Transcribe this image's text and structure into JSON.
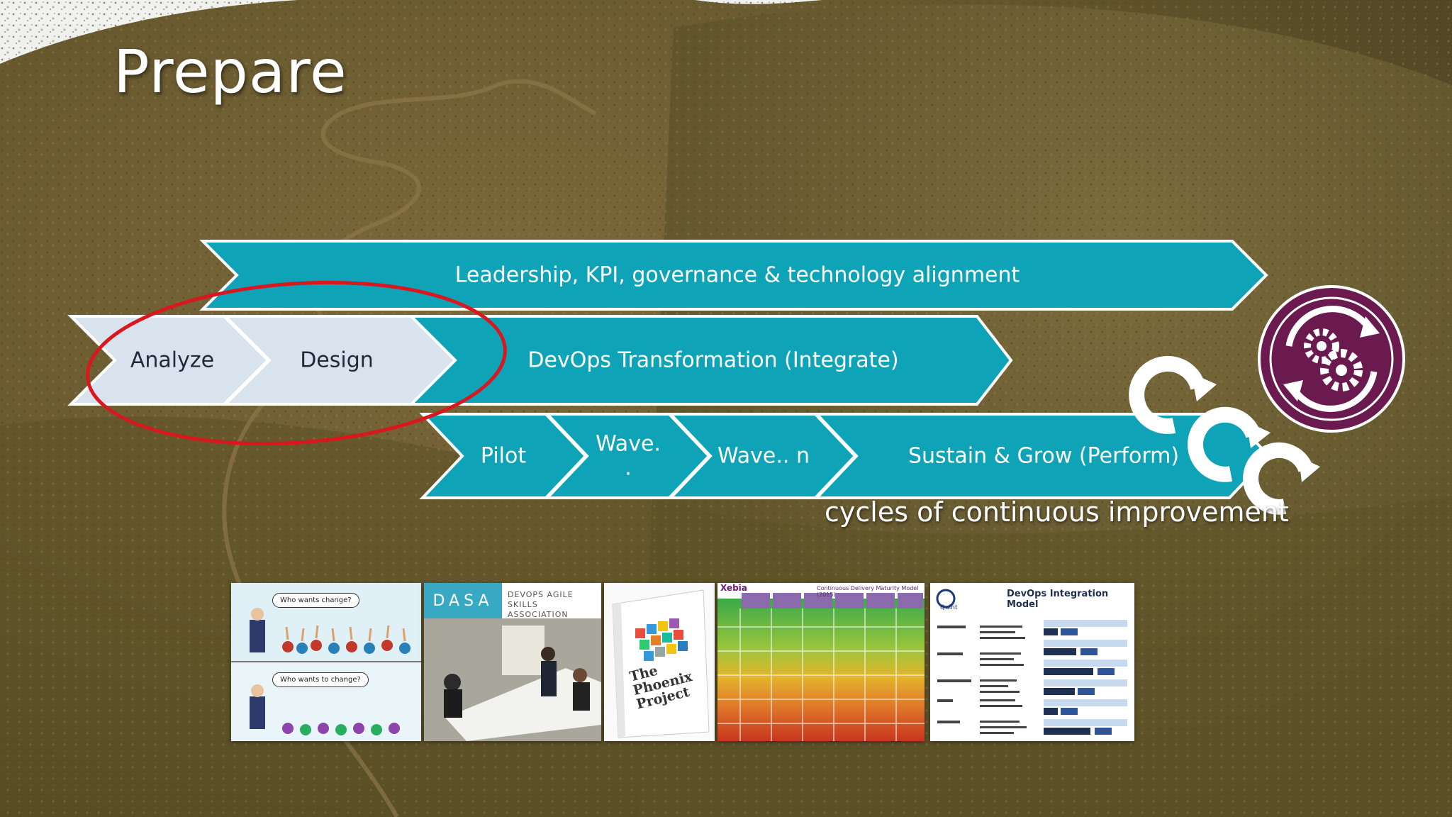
{
  "slide": {
    "title": "Prepare",
    "bands": {
      "leadership": "Leadership, KPI, governance & technology alignment",
      "analyze": "Analyze",
      "design": "Design",
      "transformation": "DevOps Transformation (Integrate)",
      "pilot": "Pilot",
      "wave1": "Wave.",
      "wave1_dot": ".",
      "waven": "Wave.. n",
      "sustain": "Sustain & Grow (Perform)"
    },
    "cycles_caption": "cycles of continuous improvement",
    "icons": [
      "gears-cycle-icon",
      "cycle-arrows-icon"
    ],
    "colors": {
      "teal": "#0fa3b8",
      "pale_blue": "#d9e3ee",
      "highlight_ring": "#d8171e",
      "purple": "#6b1a4f"
    }
  },
  "thumbnails": {
    "cartoon": {
      "q1": "Who wants change?",
      "q2": "Who wants to change?"
    },
    "dasa": {
      "logo": "DASA",
      "line1": "DEVOPS AGILE",
      "line2": "SKILLS ASSOCIATION"
    },
    "book": {
      "title1": "The",
      "title2": "Phoenix",
      "title3": "Project"
    },
    "xebia": {
      "logo": "Xebia",
      "header": "Continuous Delivery Maturity Model (2015)"
    },
    "quint": {
      "logo": "Quint",
      "title": "DevOps Integration Model"
    }
  }
}
